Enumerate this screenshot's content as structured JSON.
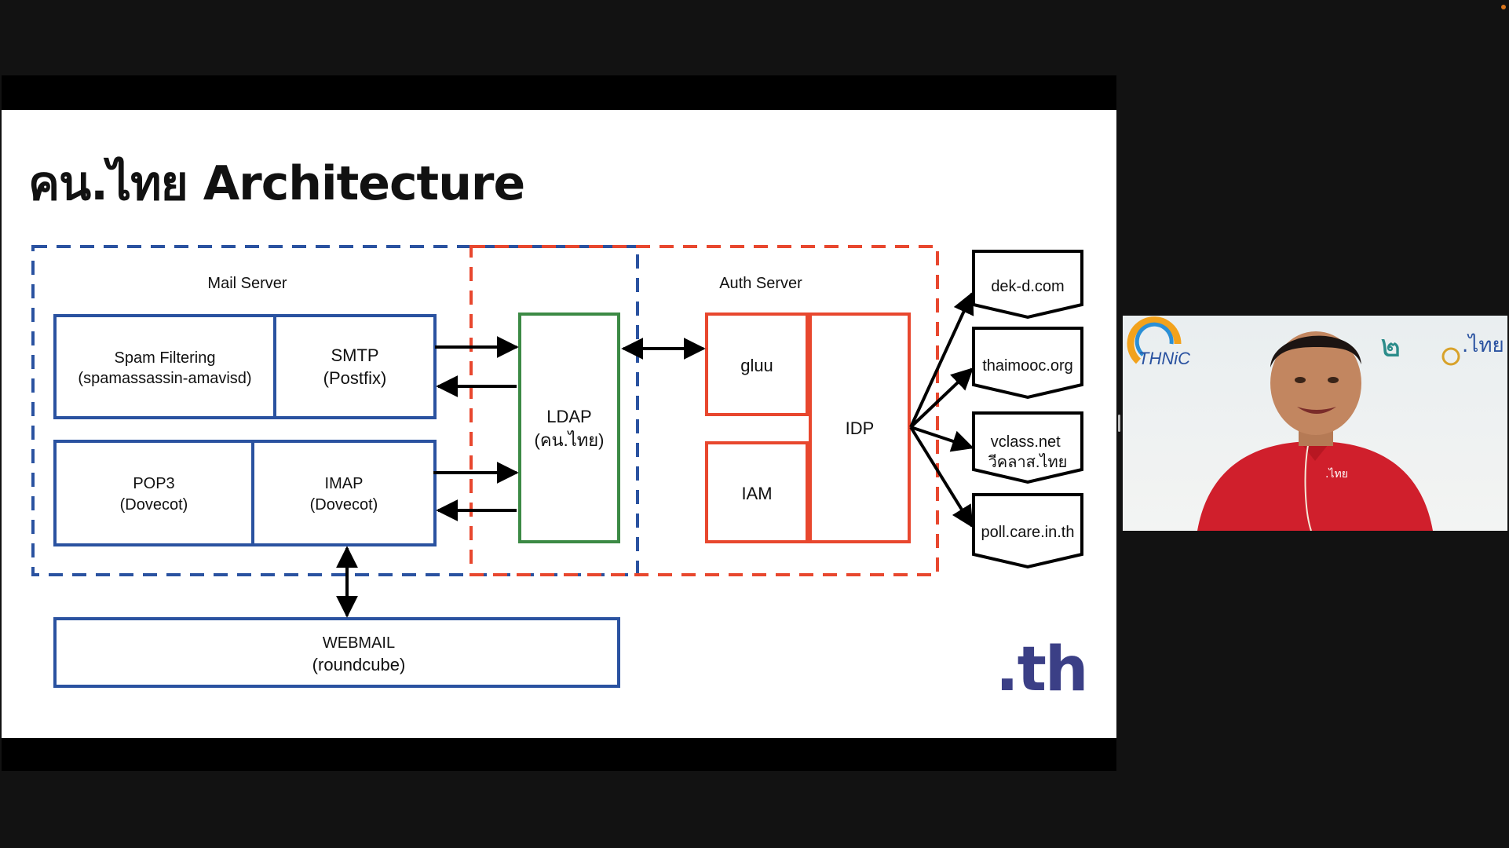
{
  "slide": {
    "title": "คน.ไทย Architecture",
    "logo": ".th",
    "groups": {
      "mail_server": "Mail Server",
      "auth_server": "Auth Server"
    },
    "boxes": {
      "spam_filtering": [
        "Spam Filtering",
        "(spamassassin-amavisd)"
      ],
      "smtp": [
        "SMTP",
        "(Postfix)"
      ],
      "pop3": [
        "POP3",
        "(Dovecot)"
      ],
      "imap": [
        "IMAP",
        "(Dovecot)"
      ],
      "ldap": [
        "LDAP",
        "(คน.ไทย)"
      ],
      "gluu": "gluu",
      "iam": "IAM",
      "idp": "IDP",
      "webmail": [
        "WEBMAIL",
        "(roundcube)"
      ]
    },
    "sites": [
      "dek-d.com",
      "thaimooc.org",
      "vclass.net วีคลาส.ไทย",
      "poll.care.in.th"
    ],
    "colors": {
      "mail_blue": "#2a52a0",
      "auth_red": "#e8472e",
      "ldap_green": "#3c8a45",
      "logo": "#3b3f86"
    }
  },
  "video": {
    "brand_left": "THNiC",
    "brand_right": ".ไทย",
    "shirt_logo": ".ไทย"
  }
}
